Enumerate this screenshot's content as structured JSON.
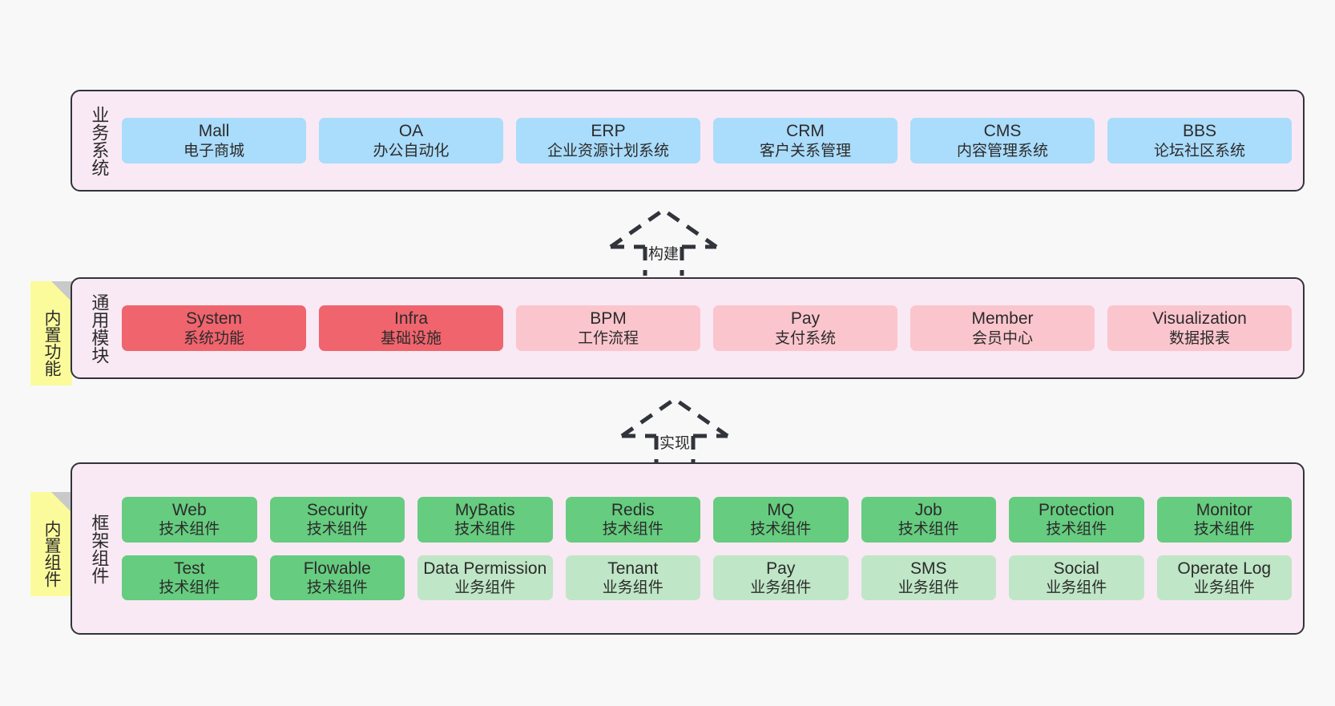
{
  "page": {
    "background": "#f8f8f8",
    "panel_background": "#f9e9f4",
    "panel_border": "#31343b"
  },
  "layers": [
    {
      "id": "business-system",
      "title": "业务系统",
      "rows": [
        [
          {
            "name": "Mall",
            "sub": "电子商城",
            "color": "blue"
          },
          {
            "name": "OA",
            "sub": "办公自动化",
            "color": "blue"
          },
          {
            "name": "ERP",
            "sub": "企业资源计划系统",
            "color": "blue"
          },
          {
            "name": "CRM",
            "sub": "客户关系管理",
            "color": "blue"
          },
          {
            "name": "CMS",
            "sub": "内容管理系统",
            "color": "blue"
          },
          {
            "name": "BBS",
            "sub": "论坛社区系统",
            "color": "blue"
          }
        ]
      ]
    },
    {
      "id": "common-module",
      "title": "通用模块",
      "note": "内置功能",
      "rows": [
        [
          {
            "name": "System",
            "sub": "系统功能",
            "color": "red"
          },
          {
            "name": "Infra",
            "sub": "基础设施",
            "color": "red"
          },
          {
            "name": "BPM",
            "sub": "工作流程",
            "color": "pink"
          },
          {
            "name": "Pay",
            "sub": "支付系统",
            "color": "pink"
          },
          {
            "name": "Member",
            "sub": "会员中心",
            "color": "pink"
          },
          {
            "name": "Visualization",
            "sub": "数据报表",
            "color": "pink"
          }
        ]
      ]
    },
    {
      "id": "framework-component",
      "title": "框架组件",
      "note": "内置组件",
      "rows": [
        [
          {
            "name": "Web",
            "sub": "技术组件",
            "color": "green"
          },
          {
            "name": "Security",
            "sub": "技术组件",
            "color": "green"
          },
          {
            "name": "MyBatis",
            "sub": "技术组件",
            "color": "green"
          },
          {
            "name": "Redis",
            "sub": "技术组件",
            "color": "green"
          },
          {
            "name": "MQ",
            "sub": "技术组件",
            "color": "green"
          },
          {
            "name": "Job",
            "sub": "技术组件",
            "color": "green"
          },
          {
            "name": "Protection",
            "sub": "技术组件",
            "color": "green"
          },
          {
            "name": "Monitor",
            "sub": "技术组件",
            "color": "green"
          }
        ],
        [
          {
            "name": "Test",
            "sub": "技术组件",
            "color": "green"
          },
          {
            "name": "Flowable",
            "sub": "技术组件",
            "color": "green"
          },
          {
            "name": "Data Permission",
            "sub": "业务组件",
            "color": "lgreen"
          },
          {
            "name": "Tenant",
            "sub": "业务组件",
            "color": "lgreen"
          },
          {
            "name": "Pay",
            "sub": "业务组件",
            "color": "lgreen"
          },
          {
            "name": "SMS",
            "sub": "业务组件",
            "color": "lgreen"
          },
          {
            "name": "Social",
            "sub": "业务组件",
            "color": "lgreen"
          },
          {
            "name": "Operate Log",
            "sub": "业务组件",
            "color": "lgreen"
          }
        ]
      ]
    }
  ],
  "arrows": [
    {
      "id": "build",
      "label": "构建"
    },
    {
      "id": "implement",
      "label": "实现"
    }
  ]
}
